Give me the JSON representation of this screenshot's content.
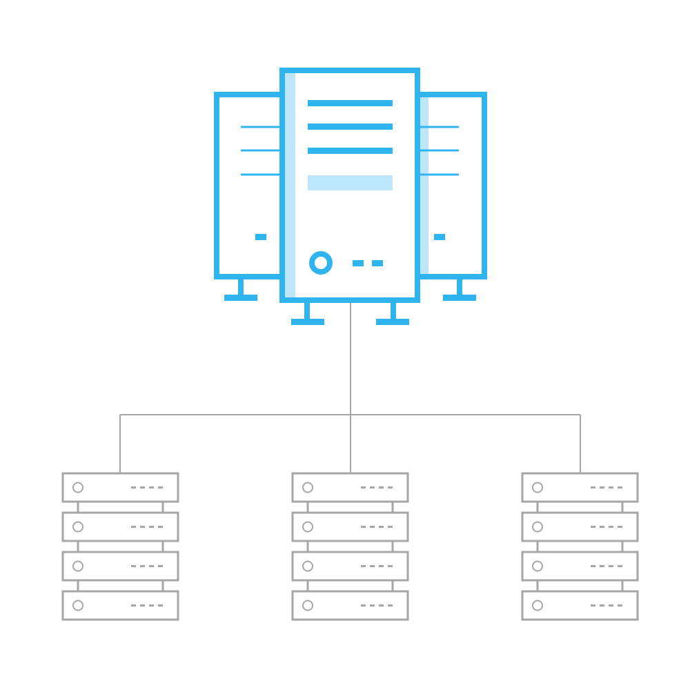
{
  "diagram": {
    "type": "server-hierarchy",
    "colors": {
      "background": "#ffffff",
      "primary": "#2fb4ef",
      "primary_light": "#bde6fa",
      "secondary": "#a6a6a6"
    },
    "central_server": {
      "icon": "server-tower-cluster-icon",
      "tower_count": 3
    },
    "rack_groups": [
      {
        "icon": "server-rack-icon",
        "unit_count": 4
      },
      {
        "icon": "server-rack-icon",
        "unit_count": 4
      },
      {
        "icon": "server-rack-icon",
        "unit_count": 4
      }
    ]
  }
}
